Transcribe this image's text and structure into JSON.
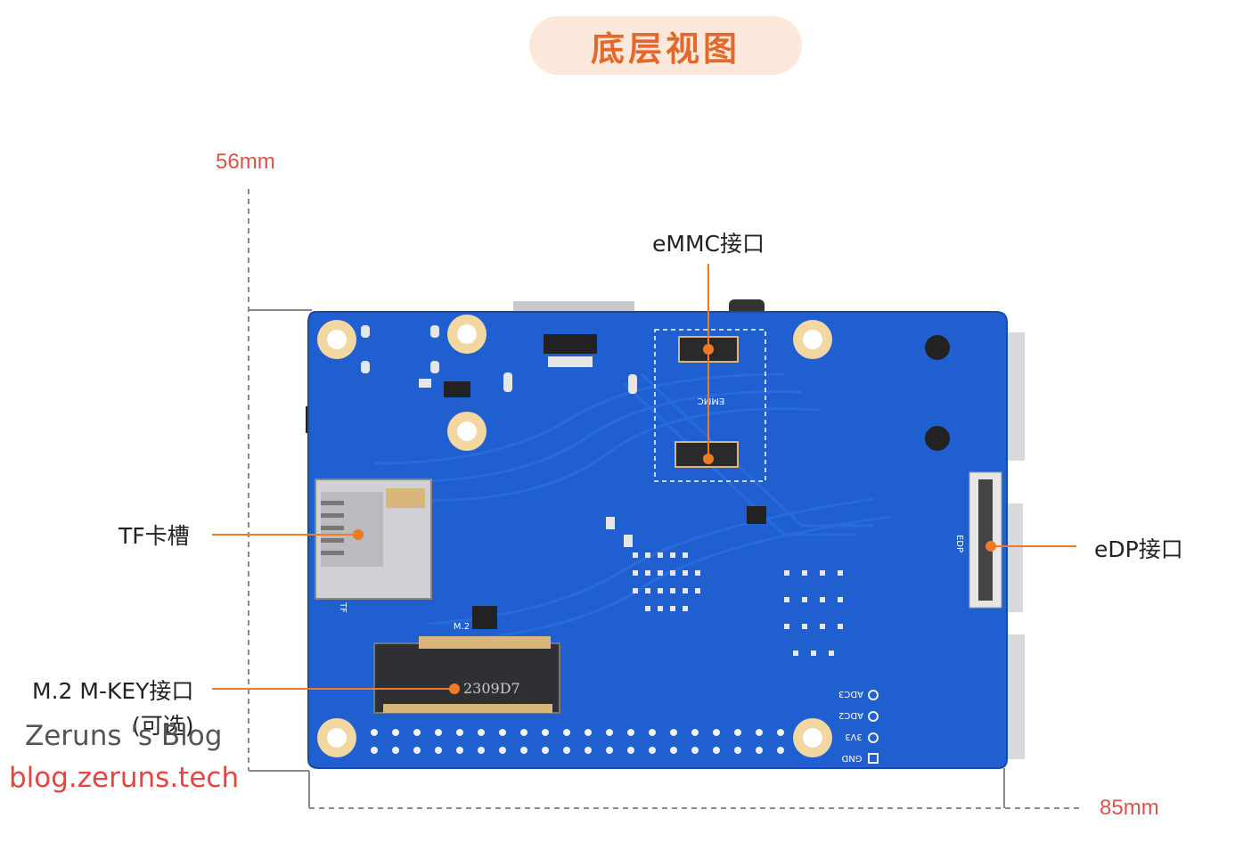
{
  "title": "底层视图",
  "dimensions": {
    "height": "56mm",
    "width": "85mm"
  },
  "callouts": {
    "emmc": "eMMC接口",
    "tf": "TF卡槽",
    "edp": "eDP接口",
    "m2": "M.2 M-KEY接口",
    "m2_note": "(可选)"
  },
  "silkscreen": {
    "emmc": "EMMC",
    "edp": "EDP",
    "tf": "TF",
    "m2": "M.2",
    "m2_code": "2309D7",
    "pins": [
      "ADC3",
      "ADC2",
      "3V3",
      "GND"
    ]
  },
  "watermark": {
    "name": "Zeruns 's Blog",
    "url": "blog.zeruns.tech"
  },
  "colors": {
    "board": "#1f5fd0",
    "accent": "#f07a28",
    "dimension": "#d9534a",
    "title": "#e2692a",
    "title_bg": "#fde8dc"
  }
}
